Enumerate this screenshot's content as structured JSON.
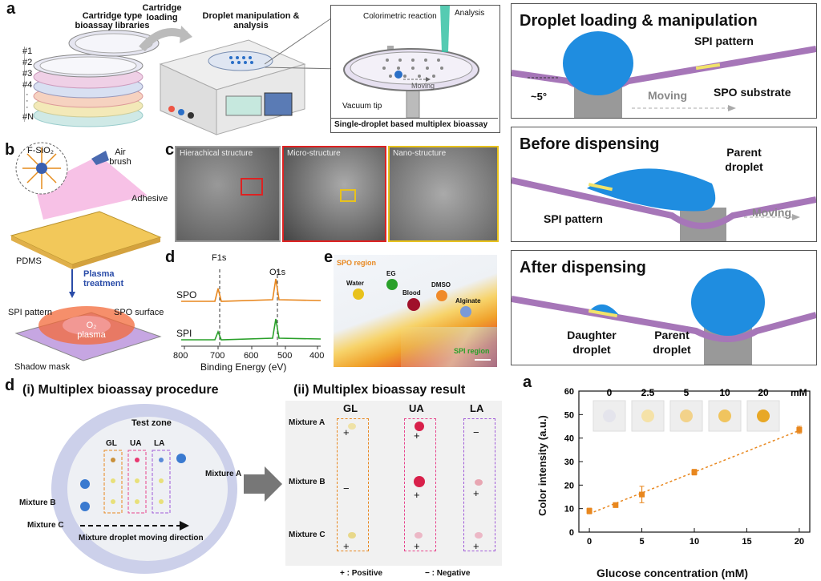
{
  "panel_labels": {
    "a": "a",
    "b": "b",
    "c": "c",
    "d": "d",
    "e": "e",
    "d2": "d",
    "a2": "a"
  },
  "top": {
    "libraries": "Cartridge type bioassay libraries",
    "loading": "Cartridge loading",
    "manipulation": "Droplet manipulation & analysis",
    "indices": [
      "#1",
      "#2",
      "#3",
      "#4",
      "·",
      "·",
      "·",
      "#N"
    ],
    "zoom": {
      "colorimetric": "Colorimetric reaction",
      "analysis": "Analysis",
      "moving": "Moving",
      "vacuum": "Vacuum tip",
      "caption": "Single-droplet based multiplex bioassay"
    }
  },
  "right": {
    "p1": {
      "title": "Droplet loading & manipulation",
      "spi": "SPI pattern",
      "spo": "SPO substrate",
      "angle": "~5°",
      "moving": "Moving"
    },
    "p2": {
      "title": "Before dispensing",
      "parent": "Parent droplet",
      "spi": "SPI pattern",
      "moving": "Moving"
    },
    "p3": {
      "title": "After dispensing",
      "daughter": "Daughter droplet",
      "parent": "Parent droplet"
    }
  },
  "b": {
    "fsio2": "F-SiO₂",
    "air": "Air brush",
    "adhesive": "Adhesive",
    "pdms": "PDMS",
    "plasma_treatment": "Plasma treatment",
    "spi": "SPI pattern",
    "spo": "SPO surface",
    "o2": "O₂ plasma",
    "mask": "Shadow mask"
  },
  "c": {
    "hier": "Hierachical structure",
    "micro": "Micro-structure",
    "nano": "Nano-structure"
  },
  "xps": {
    "f1s": "F1s",
    "o1s": "O1s",
    "spo": "SPO",
    "spi": "SPI",
    "ticks": [
      "800",
      "700",
      "600",
      "500",
      "400"
    ],
    "xlabel": "Binding Energy (eV)"
  },
  "e": {
    "spo": "SPO region",
    "spi": "SPI region",
    "water": "Water",
    "eg": "EG",
    "blood": "Blood",
    "dmso": "DMSO",
    "alginate": "Alginate"
  },
  "d": {
    "title1": "(i) Multiplex bioassay procedure",
    "title2": "(ii) Multiplex bioassay result",
    "testzone": "Test zone",
    "gl": "GL",
    "ua": "UA",
    "la": "LA",
    "mixa": "Mixture A",
    "mixb": "Mixture B",
    "mixc": "Mixture C",
    "direction": "Mixture droplet moving direction",
    "results": {
      "A": [
        "+",
        "+",
        "−"
      ],
      "B": [
        "−",
        "+",
        "+"
      ],
      "C": [
        "+",
        "+",
        "+"
      ]
    },
    "legend_pos": "+ : Positive",
    "legend_neg": "− : Negative"
  },
  "chart_data": {
    "type": "scatter",
    "x": [
      0,
      2.5,
      5,
      10,
      20
    ],
    "y": [
      9,
      11.5,
      16,
      25.5,
      43.5
    ],
    "yerr": [
      1.2,
      1.0,
      3.5,
      1.2,
      1.5
    ],
    "xlabel": "Glucose concentration (mM)",
    "ylabel": "Color intensity (a.u.)",
    "xlim": [
      -1,
      21
    ],
    "ylim": [
      0,
      60
    ],
    "xticks": [
      "0",
      "5",
      "10",
      "15",
      "20"
    ],
    "yticks": [
      "0",
      "10",
      "20",
      "30",
      "40",
      "50",
      "60"
    ],
    "inset_labels": [
      "0",
      "2.5",
      "5",
      "10",
      "20"
    ],
    "inset_unit": "mM",
    "color": "#e8871e",
    "fit": "linear dashed"
  }
}
